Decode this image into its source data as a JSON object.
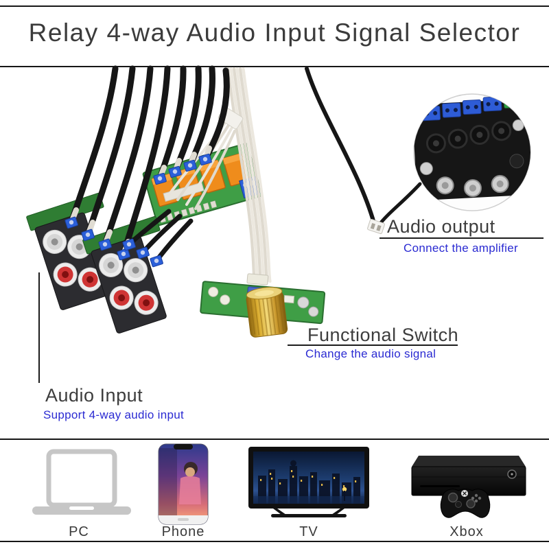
{
  "title": "Relay 4-way Audio Input Signal Selector",
  "callouts": {
    "audio_output": {
      "label": "Audio output",
      "description": "Connect the amplifier"
    },
    "functional_switch": {
      "label": "Functional Switch",
      "description": "Change the audio signal"
    },
    "audio_input": {
      "label": "Audio Input",
      "description": "Support 4-way audio input"
    }
  },
  "compatible_devices": [
    {
      "label": "PC",
      "icon": "laptop-icon"
    },
    {
      "label": "Phone",
      "icon": "smartphone-icon"
    },
    {
      "label": "TV",
      "icon": "television-icon"
    },
    {
      "label": "Xbox",
      "icon": "game-console-icon"
    }
  ],
  "colors": {
    "annotation_blue": "#2a2ad2",
    "heading_text": "#3b3b3b",
    "rule_black": "#161616",
    "pcb_green": "#3f9e46",
    "relay_orange": "#ef8c1c",
    "terminal_blue": "#2b5fd9",
    "knob_gold": "#d9ab2e"
  }
}
